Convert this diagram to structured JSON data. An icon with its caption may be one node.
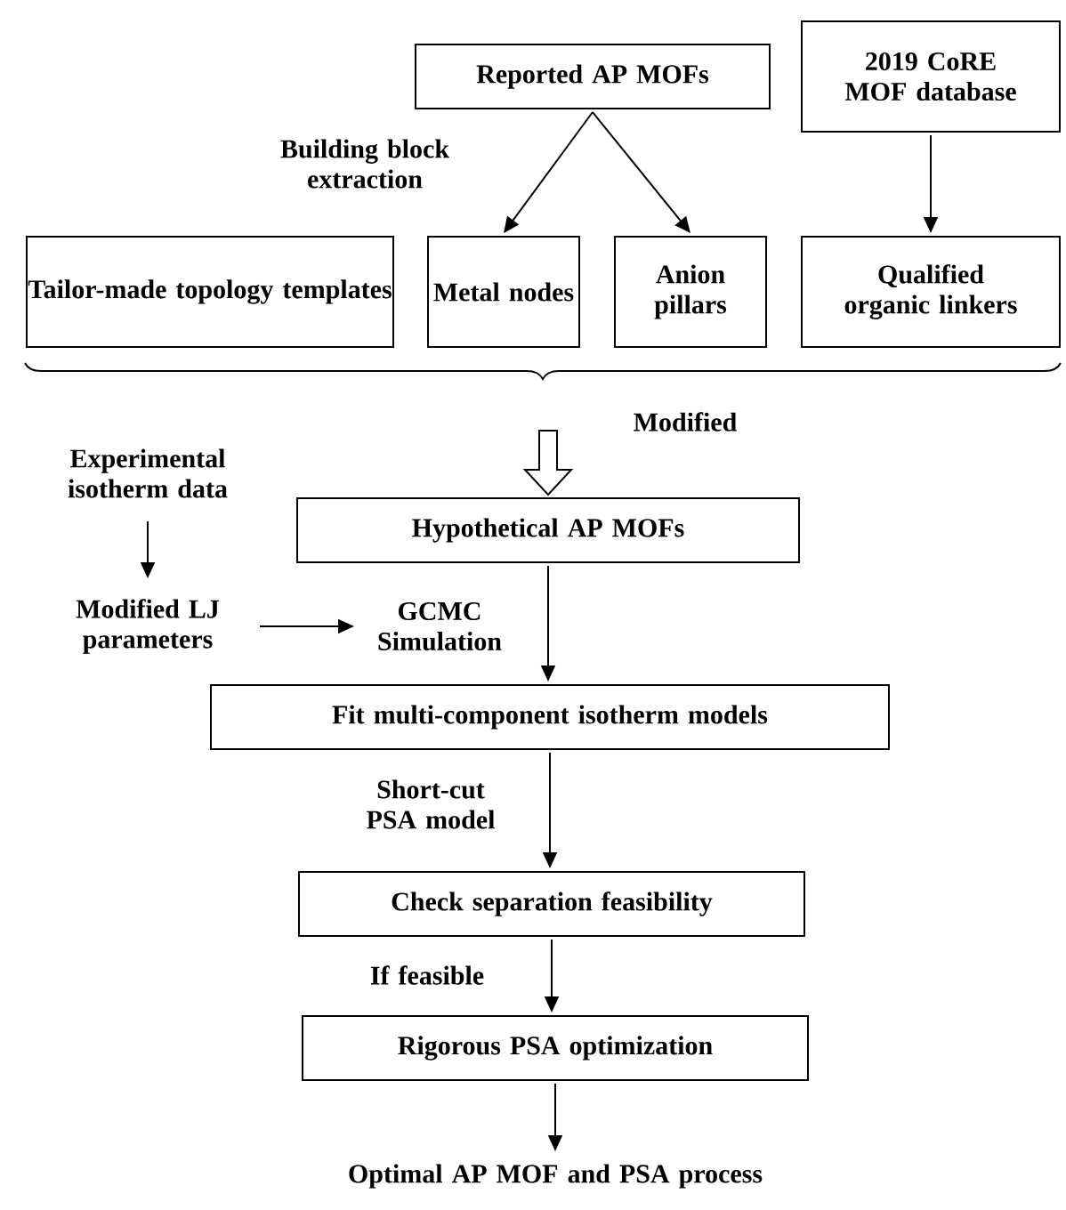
{
  "diagram": {
    "nodes": [
      {
        "text": [
          "Reported AP MOFs"
        ]
      },
      {
        "text": [
          "2019 CoRE MOF database"
        ]
      },
      {
        "text": [
          "Tailor-made topology templates"
        ]
      },
      {
        "text": [
          "Metal nodes"
        ]
      },
      {
        "text": [
          "Anion pillars"
        ]
      },
      {
        "text": [
          "Qualified organic linkers"
        ]
      },
      {
        "text": [
          "Hypothetical AP MOFs"
        ]
      },
      {
        "text": [
          "Experimental isotherm data"
        ]
      },
      {
        "text": [
          "Modified LJ parameters"
        ]
      },
      {
        "text": [
          "GCMC Simulation"
        ]
      },
      {
        "text": [
          "Fit multi-component isotherm models"
        ]
      },
      {
        "text": [
          "Check separation feasibility"
        ]
      },
      {
        "text": [
          "Rigorous PSA optimization"
        ]
      },
      {
        "text": [
          "Optimal  AP MOF and PSA process"
        ]
      }
    ],
    "edges": [
      {
        "from": 0,
        "to": 3,
        "arrow": "to",
        "label": "Building block extraction"
      },
      {
        "from": 0,
        "to": 4,
        "arrow": "to"
      },
      {
        "from": 1,
        "to": 5,
        "arrow": "to"
      },
      {
        "from": null,
        "to": 6,
        "arrow": "to",
        "label": "Modified"
      },
      {
        "from": 7,
        "to": 8,
        "arrow": "to"
      },
      {
        "from": 8,
        "to": 9,
        "arrow": "to"
      },
      {
        "from": 6,
        "to": 10,
        "arrow": "to"
      },
      {
        "from": 10,
        "to": 11,
        "arrow": "to",
        "label": "Short-cut PSA model"
      },
      {
        "from": 11,
        "to": 12,
        "arrow": "to",
        "label": "If feasible"
      },
      {
        "from": 12,
        "to": 13,
        "arrow": "to"
      }
    ]
  }
}
